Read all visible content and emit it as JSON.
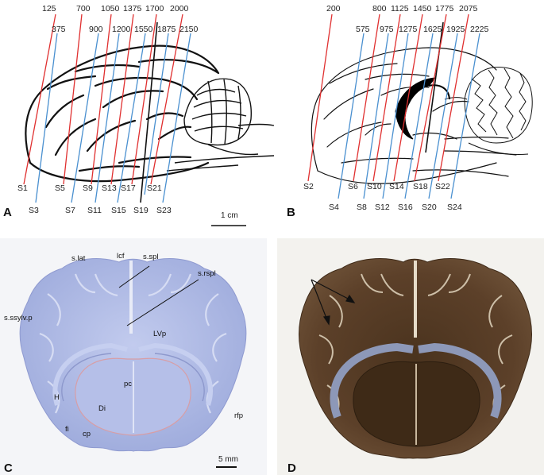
{
  "panels": {
    "a": {
      "label": "A",
      "top_numbers": [
        "125",
        "700",
        "1050",
        "1375",
        "1700",
        "2000"
      ],
      "mid_numbers": [
        "375",
        "900",
        "1200",
        "1550",
        "1875",
        "2150"
      ],
      "upper_sections": [
        "S1",
        "S5",
        "S9",
        "S13",
        "S17",
        "S21"
      ],
      "lower_sections": [
        "S3",
        "S7",
        "S11",
        "S15",
        "S19",
        "S23"
      ],
      "scale_label": "1 cm"
    },
    "b": {
      "label": "B",
      "top_numbers": [
        "200",
        "800",
        "1125",
        "1450",
        "1775",
        "2075"
      ],
      "mid_numbers": [
        "575",
        "975",
        "1275",
        "1625",
        "1925",
        "2225"
      ],
      "upper_sections": [
        "S2",
        "S6",
        "S10",
        "S14",
        "S18",
        "S22"
      ],
      "lower_sections": [
        "S4",
        "S8",
        "S12",
        "S16",
        "S20",
        "S24"
      ]
    },
    "c": {
      "label": "C",
      "annotations": {
        "s_lat": "s.lat",
        "lcf": "lcf",
        "s_spl": "s.spl",
        "s_rspl": "s.rspl",
        "s_ssylv_p": "s.ssylv.p",
        "lvp": "LVp",
        "pc": "pc",
        "h": "H",
        "di": "Di",
        "rfp": "rfp",
        "fi": "fi",
        "cp": "cp"
      },
      "scale_label": "5 mm"
    },
    "d": {
      "label": "D"
    }
  },
  "colors": {
    "red_line": "#e03030",
    "blue_line": "#4a90d0",
    "black_line": "#111111",
    "nissl_fill": "#a9b6e2",
    "stain_fill": "#5a3e26"
  }
}
